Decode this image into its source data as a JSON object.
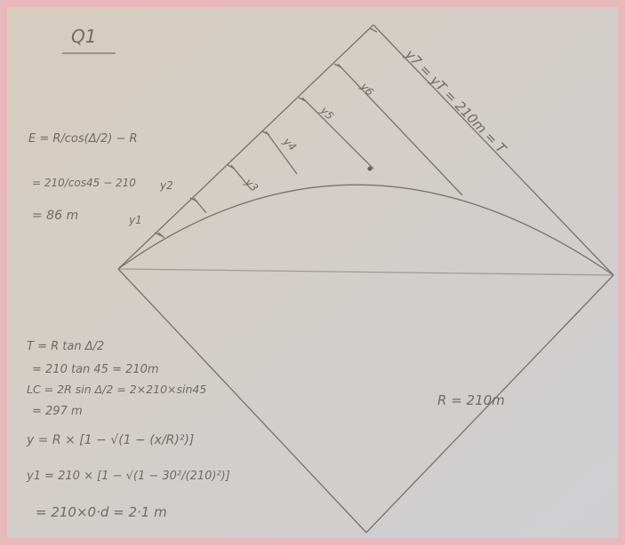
{
  "question_label": "Q1",
  "formulas": {
    "external_line": [
      "E = R/cos(Δ/2) − R",
      "= 210/cos45 − 210",
      "= 86 m"
    ],
    "tangent": [
      "T = R tan Δ/2",
      "= 210 tan 45 = 210m"
    ],
    "long_chord": [
      "LC = 2R sin Δ/2 = 2×210×sin45",
      "= 297 m"
    ],
    "offset_general": "y = R × [1 − √(1 − (x/R)²)]",
    "offset_y1": [
      "y1 = 210 × [1 − √(1 − 30²/(210)²)]",
      "= 210×0·d = 2·1 m"
    ]
  },
  "diagram_labels": {
    "tangent_length": "y7 = yT = 210m = T",
    "radius": "R = 210m",
    "offsets": [
      "y1",
      "y2",
      "y3",
      "y4",
      "y5",
      "y6"
    ]
  },
  "colors": {
    "background": "#e8b8bc",
    "paper": "#d9d4cc",
    "ink": "#6e6a66"
  }
}
